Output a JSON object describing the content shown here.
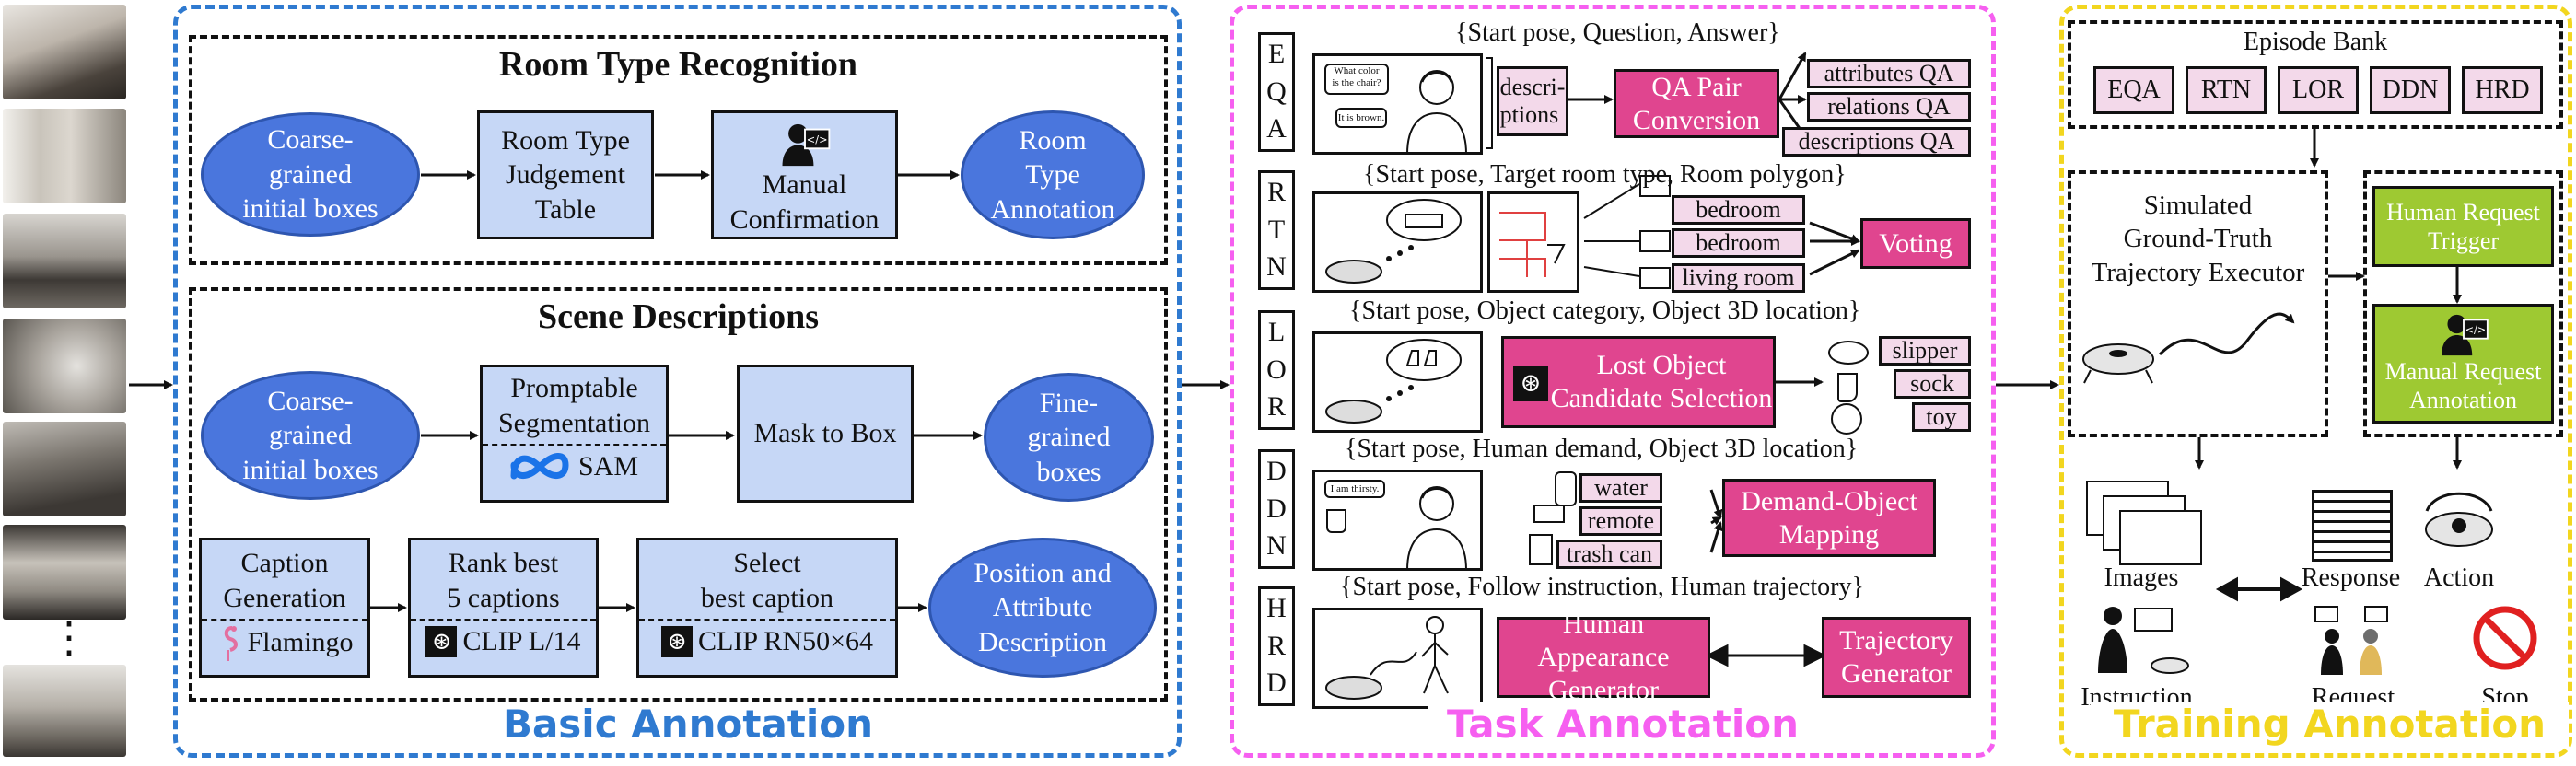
{
  "dots": "⋮",
  "basic": {
    "title": "Basic Annotation",
    "room": {
      "title": "Room Type Recognition",
      "coarse": "Coarse-\ngrained\ninitial boxes",
      "judgement": "Room Type\nJudgement\nTable",
      "manual": "Manual\nConfirmation",
      "annotation": "Room\nType\nAnnotation"
    },
    "scene": {
      "title": "Scene Descriptions",
      "coarse": "Coarse-\ngrained\ninitial boxes",
      "promptable": "Promptable\nSegmentation",
      "sam": "SAM",
      "mask": "Mask to Box",
      "fine": "Fine-\ngrained\nboxes",
      "caption": "Caption\nGeneration",
      "flamingo": "Flamingo",
      "rank": "Rank best\n5 captions",
      "clip_l": "CLIP L/14",
      "select": "Select\nbest caption",
      "clip_rn": "CLIP RN50×64",
      "position": "Position and\nAttribute\nDescription"
    }
  },
  "task": {
    "title": "Task Annotation",
    "eqa": {
      "label": [
        "E",
        "Q",
        "A"
      ],
      "header": "{Start pose, Question, Answer}",
      "bubble1": "What color\nis the chair?",
      "bubble2": "It is brown.",
      "desc": "descri-\nptions",
      "conversion": "QA Pair\nConversion",
      "outputs": [
        "attributes QA",
        "relations QA",
        "descriptions QA"
      ]
    },
    "rtn": {
      "label": [
        "R",
        "T",
        "N"
      ],
      "header": "{Start pose, Target room type, Room polygon}",
      "rooms": [
        "bedroom",
        "bedroom",
        "living room"
      ],
      "voting": "Voting"
    },
    "lor": {
      "label": [
        "L",
        "O",
        "R"
      ],
      "header": "{Start pose, Object category, Object 3D location}",
      "selection": "Lost Object\nCandidate Selection",
      "objects": [
        "slipper",
        "sock",
        "toy"
      ]
    },
    "ddn": {
      "label": [
        "D",
        "D",
        "N"
      ],
      "header": "{Start pose, Human demand, Object 3D location}",
      "bubble": "I am thirsty.",
      "objects": [
        "water",
        "remote",
        "trash can"
      ],
      "mapping": "Demand-Object\nMapping"
    },
    "hrd": {
      "label": [
        "H",
        "R",
        "D"
      ],
      "header": "{Start pose, Follow instruction, Human trajectory}",
      "appearance": "Human Appearance\nGenerator",
      "trajectory": "Trajectory\nGenerator"
    }
  },
  "training": {
    "title": "Training Annotation",
    "bank_title": "Episode Bank",
    "bank": [
      "EQA",
      "RTN",
      "LOR",
      "DDN",
      "HRD"
    ],
    "simulated": "Simulated\nGround-Truth\nTrajectory Executor",
    "trigger": "Human Request\nTrigger",
    "manual": "Manual Request\nAnnotation",
    "images": "Images",
    "response": "Response",
    "action": "Action",
    "instruction": "Instruction",
    "request": "Request",
    "stop": "Stop"
  },
  "colors": {
    "blue_panel": "#2f7ad0",
    "pink_panel": "#f65ff0",
    "yellow_panel": "#f2d61f",
    "ellipse": "#4a76dd",
    "light_box": "#c6d7f6",
    "magenta_box": "#e0458f",
    "tag_fill": "#f3d9ea",
    "green_box": "#9ec932"
  }
}
